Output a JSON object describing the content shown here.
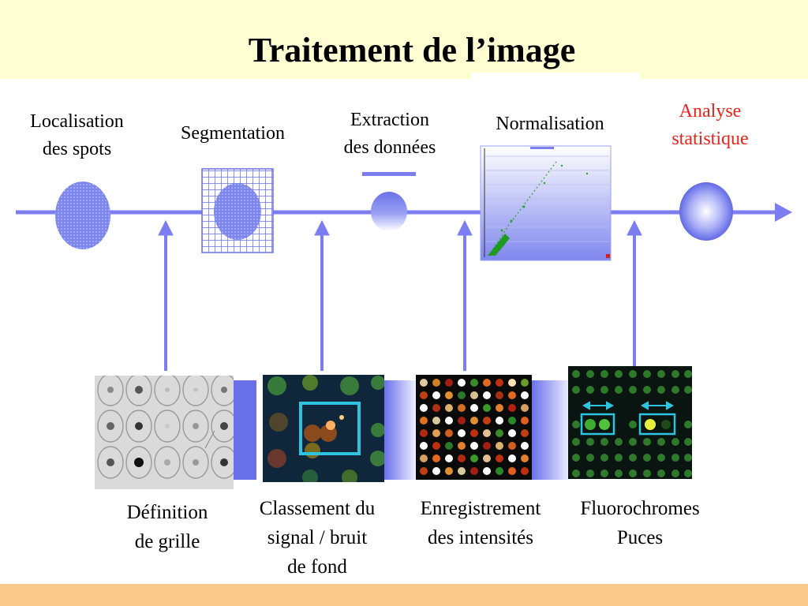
{
  "slide": {
    "title": "Traitement de l’image"
  },
  "steps": [
    {
      "line1": "Localisation",
      "line2": "des spots"
    },
    {
      "line1": "Segmentation"
    },
    {
      "line1": "Extraction",
      "line2": "des données"
    },
    {
      "line1": "Normalisation"
    },
    {
      "line1": "Analyse",
      "line2": "statistique"
    }
  ],
  "inputs": [
    {
      "line1": "Définition",
      "line2": "de grille"
    },
    {
      "line1": "Classement du",
      "line2": "signal / bruit",
      "line3": "de fond"
    },
    {
      "line1": "Enregistrement",
      "line2": "des intensités"
    },
    {
      "line1": "Fluorochromes",
      "line2": "Puces"
    }
  ],
  "colors": {
    "flow_line": "#7b7df0",
    "accent_text": "#e8231a",
    "header_band": "#fffed2",
    "footer_band": "#f9c98a",
    "highlight_box": "#2ec4e0"
  }
}
